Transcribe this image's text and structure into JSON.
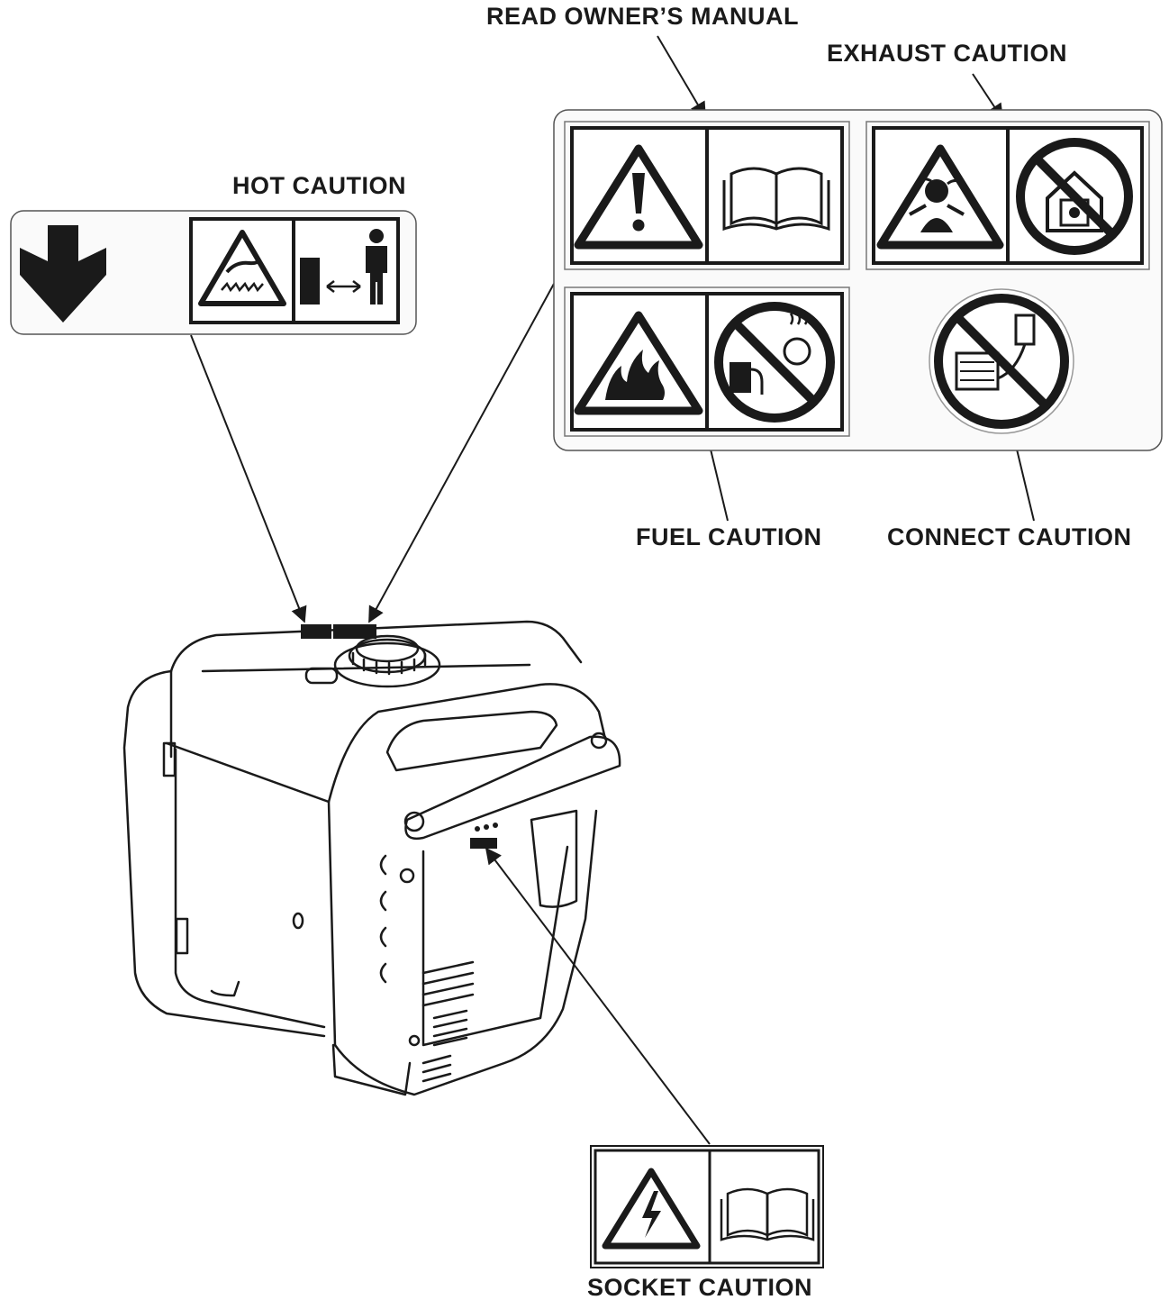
{
  "labels": {
    "read_owners_manual": "READ OWNER’S MANUAL",
    "exhaust_caution": "EXHAUST CAUTION",
    "hot_caution": "HOT CAUTION",
    "fuel_caution": "FUEL CAUTION",
    "connect_caution": "CONNECT CAUTION",
    "socket_caution": "SOCKET CAUTION"
  },
  "icons": {
    "hot_label": [
      "down-arrow-icon",
      "hot-surface-warning-icon",
      "keep-distance-icon"
    ],
    "read_manual_label": [
      "warning-exclamation-icon",
      "open-book-icon"
    ],
    "exhaust_label": [
      "toxic-gas-warning-icon",
      "no-indoor-use-icon"
    ],
    "fuel_label": [
      "fire-warning-icon",
      "no-refuel-while-hot-icon"
    ],
    "connect_label": [
      "no-building-connection-icon"
    ],
    "socket_label": [
      "electric-shock-warning-icon",
      "open-book-icon"
    ]
  },
  "colors": {
    "ink": "#1a1a1a",
    "paper": "#ffffff",
    "panel_fill": "#fafafa"
  }
}
